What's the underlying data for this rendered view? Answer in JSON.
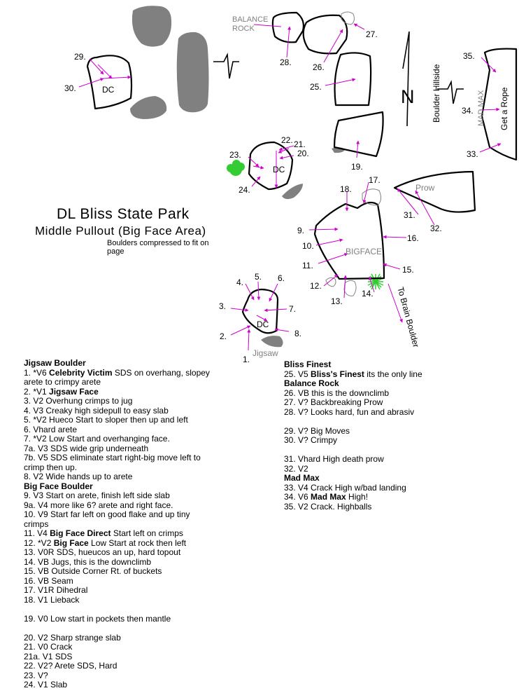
{
  "map": {
    "title": "DL Bliss State Park",
    "subtitle": "Middle Pullout (Big Face Area)",
    "note": "Boulders compressed to fit on page",
    "boulder_labels": {
      "dc_left": "DC",
      "dc_mid": "DC",
      "dc_jigsaw": "DC",
      "bigface": "BIGFACE",
      "jigsaw": "Jigsaw",
      "balance_rock": "BALANCE ROCK",
      "prow": "Prow",
      "mad_max": "MAD MAX",
      "boulder_hillside": "Boulder Hillside",
      "get_a_rope": "Get a Rope",
      "to_brain_boulder": "To Brain Boulder",
      "north": "N"
    },
    "numbers": [
      "1.",
      "2.",
      "3.",
      "4.",
      "5.",
      "6.",
      "7.",
      "8.",
      "9.",
      "10.",
      "11.",
      "12.",
      "13.",
      "14.",
      "15.",
      "16.",
      "17.",
      "18.",
      "19.",
      "20.",
      "21.",
      "22.",
      "23.",
      "24.",
      "25.",
      "26.",
      "27.",
      "28.",
      "29.",
      "30.",
      "31.",
      "32.",
      "33.",
      "34.",
      "35."
    ],
    "colors": {
      "route_arrow": "#cc00cc",
      "rock_fill": "#808080",
      "bush": "#33cc33",
      "label_gray": "#808080"
    }
  },
  "guide": {
    "left": [
      {
        "type": "header",
        "text": "Jigsaw Boulder"
      },
      {
        "type": "route",
        "pre": "1.   *V6 ",
        "bold": "Celebrity Victim",
        "post": " SDS on overhang, slopey"
      },
      {
        "type": "route",
        "pre": "arete to crimpy arete"
      },
      {
        "type": "route",
        "pre": "2.   *V1 ",
        "bold": "Jigsaw Face",
        "post": ""
      },
      {
        "type": "route",
        "pre": "3.   V2 Overhung crimps to jug"
      },
      {
        "type": "route",
        "pre": "4.   V3 Creaky high sidepull to easy slab"
      },
      {
        "type": "route",
        "pre": "5.   *V2 Hueco Start to sloper then up and left"
      },
      {
        "type": "route",
        "pre": "6.   Vhard arete"
      },
      {
        "type": "route",
        "pre": "7.   *V2 Low Start and overhanging face."
      },
      {
        "type": "route",
        "pre": "7a.  V3 SDS wide grip underneath"
      },
      {
        "type": "route",
        "pre": "7b.  V5 SDS eliminate start right-big move left to"
      },
      {
        "type": "route",
        "pre": "crimp then up."
      },
      {
        "type": "route",
        "pre": "8.   V2 Wide hands up to arete"
      },
      {
        "type": "header",
        "text": "Big Face Boulder"
      },
      {
        "type": "route",
        "pre": "9.   V3 Start on arete, finish left side slab"
      },
      {
        "type": "route",
        "pre": "9a.  V4 more like 6? arete and right face."
      },
      {
        "type": "route",
        "pre": "10.  V9 Start far left on good flake and up tiny"
      },
      {
        "type": "route",
        "pre": "crimps"
      },
      {
        "type": "route",
        "pre": "11.  V4 ",
        "bold": "Big Face Direct",
        "post": " Start left on crimps"
      },
      {
        "type": "route",
        "pre": "12.  *V2 ",
        "bold": "Big Face",
        "post": " Low Start at rock then left"
      },
      {
        "type": "route",
        "pre": "13.  V0R SDS, hueucos an up, hard topout"
      },
      {
        "type": "route",
        "pre": "14.  VB Jugs, this is the downclimb"
      },
      {
        "type": "route",
        "pre": "15.  VB Outside Corner Rt. of buckets"
      },
      {
        "type": "route",
        "pre": "16.  VB Seam"
      },
      {
        "type": "route",
        "pre": "17.  V1R Dihedral"
      },
      {
        "type": "route",
        "pre": "18.  V1 Lieback"
      },
      {
        "type": "gap"
      },
      {
        "type": "route",
        "pre": "19.  V0 Low start in pockets then mantle"
      },
      {
        "type": "gap"
      },
      {
        "type": "route",
        "pre": "20.  V2 Sharp strange slab"
      },
      {
        "type": "route",
        "pre": "21.  V0 Crack"
      },
      {
        "type": "route",
        "pre": "21a.  V1 SDS"
      },
      {
        "type": "route",
        "pre": "22.  V2? Arete SDS, Hard"
      },
      {
        "type": "route",
        "pre": "23.  V?"
      },
      {
        "type": "route",
        "pre": "24.  V1 Slab"
      }
    ],
    "right": [
      {
        "type": "header",
        "text": "Bliss Finest"
      },
      {
        "type": "route",
        "pre": "25.  V5 ",
        "bold": "Bliss's Finest",
        "post": " its the only line"
      },
      {
        "type": "header",
        "text": "Balance Rock"
      },
      {
        "type": "route",
        "pre": "26.  VB this is the downclimb"
      },
      {
        "type": "route",
        "pre": "27.  V? Backbreaking Prow"
      },
      {
        "type": "route",
        "pre": "28.  V? Looks hard, fun and abrasiv"
      },
      {
        "type": "gap"
      },
      {
        "type": "route",
        "pre": "29.  V? Big Moves"
      },
      {
        "type": "route",
        "pre": "30.  V? Crimpy"
      },
      {
        "type": "gap"
      },
      {
        "type": "route",
        "pre": "31.  Vhard High death prow"
      },
      {
        "type": "route",
        "pre": "32.  V2"
      },
      {
        "type": "header",
        "text": "Mad Max"
      },
      {
        "type": "route",
        "pre": "33.  V4 Crack High w/bad landing"
      },
      {
        "type": "route",
        "pre": "34.  V6 ",
        "bold": "Mad Max",
        "post": " High!"
      },
      {
        "type": "route",
        "pre": "35.  V2 Crack.    Highballs"
      }
    ]
  }
}
